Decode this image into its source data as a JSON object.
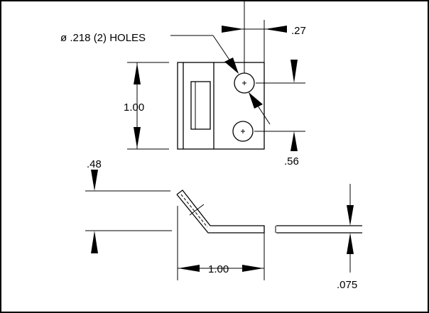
{
  "labels": {
    "hole_callout": "ø .218 (2) HOLES",
    "dim_027": ".27",
    "dim_100_vertical": "1.00",
    "dim_056": ".56",
    "dim_048": ".48",
    "dim_100_horizontal": "1.00",
    "dim_0075": ".075"
  }
}
